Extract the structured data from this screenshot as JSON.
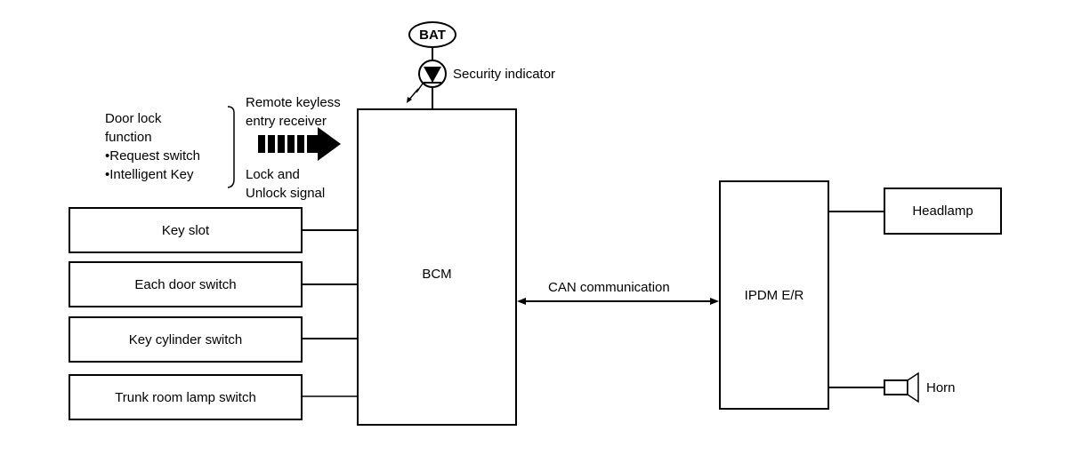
{
  "diagram": {
    "battery": {
      "label": "BAT"
    },
    "security_indicator": {
      "label": "Security indicator"
    },
    "door_lock_group": {
      "title_line1": "Door lock",
      "title_line2": "function",
      "items": [
        "•Request switch",
        "•Intelligent Key"
      ]
    },
    "receiver": {
      "line1": "Remote keyless",
      "line2": "entry receiver"
    },
    "signal": {
      "line1": "Lock and",
      "line2": "Unlock signal"
    },
    "inputs": [
      {
        "label": "Key slot"
      },
      {
        "label": "Each door switch"
      },
      {
        "label": "Key cylinder switch"
      },
      {
        "label": "Trunk room lamp switch"
      }
    ],
    "bcm": {
      "label": "BCM"
    },
    "can": {
      "label": "CAN communication"
    },
    "ipdm": {
      "label": "IPDM E/R"
    },
    "outputs": [
      {
        "label": "Headlamp"
      },
      {
        "label": "Horn"
      }
    ]
  }
}
